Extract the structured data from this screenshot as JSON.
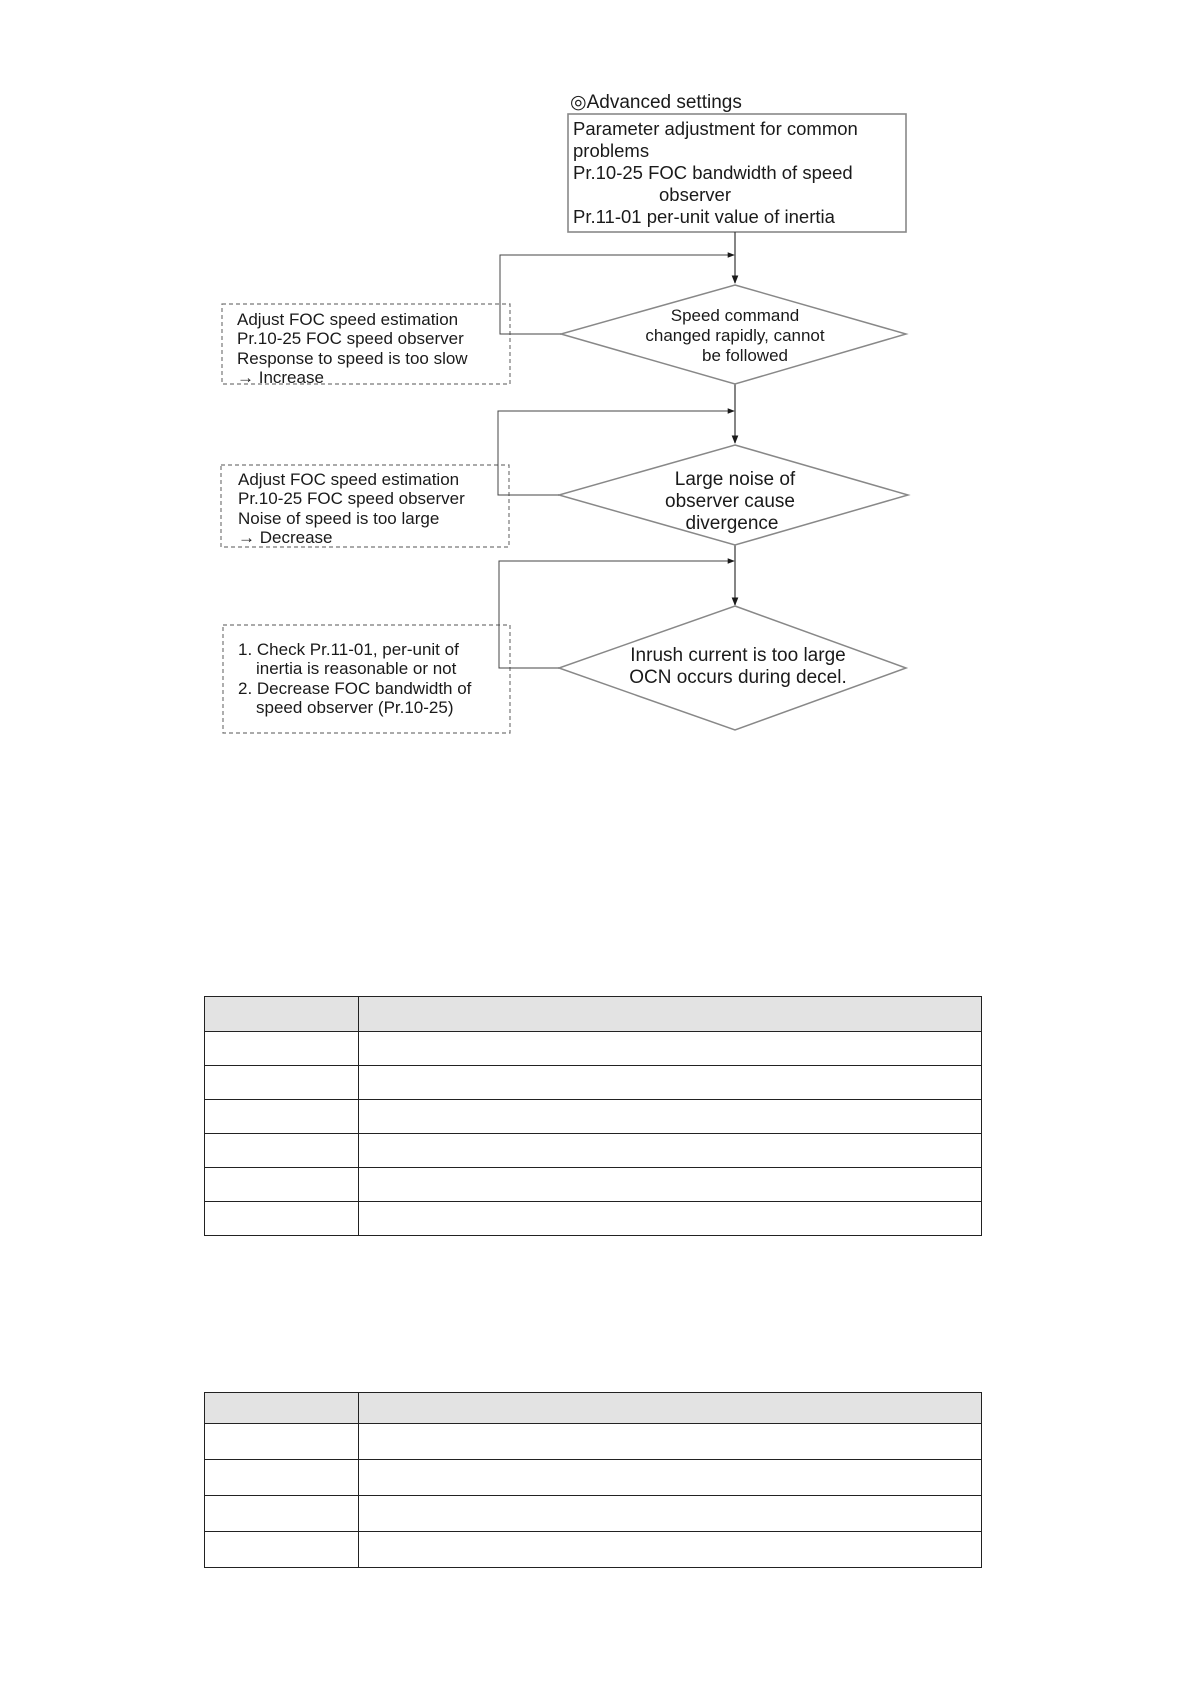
{
  "flowchart": {
    "title": "◎Advanced settings",
    "start_box_lines": [
      "Parameter adjustment for common",
      "problems",
      "Pr.10-25 FOC bandwidth of speed",
      "observer",
      "Pr.11-01 per-unit value of inertia"
    ],
    "decisions": [
      {
        "lines": [
          "Speed command",
          "changed rapidly, cannot",
          "be followed"
        ]
      },
      {
        "lines": [
          "Large noise of",
          "observer cause",
          "divergence"
        ]
      },
      {
        "lines": [
          "Inrush current is too large",
          "OCN occurs during decel."
        ]
      }
    ],
    "actions": [
      {
        "lines": [
          "Adjust FOC speed estimation",
          "Pr.10-25 FOC speed observer",
          "Response to speed is too slow",
          "→ Increase"
        ]
      },
      {
        "lines": [
          "Adjust FOC speed estimation",
          "Pr.10-25 FOC speed observer",
          "Noise of speed is too large",
          "→ Decrease"
        ]
      },
      {
        "lines": [
          "1. Check Pr.11-01, per-unit of",
          "inertia is reasonable or not",
          "2. Decrease FOC bandwidth of",
          "speed observer (Pr.10-25)"
        ]
      }
    ]
  },
  "tables": [
    {
      "header": [
        "",
        ""
      ],
      "rows": [
        [
          "",
          ""
        ],
        [
          "",
          ""
        ],
        [
          "",
          ""
        ],
        [
          "",
          ""
        ],
        [
          "",
          ""
        ],
        [
          "",
          ""
        ]
      ]
    },
    {
      "header": [
        "",
        ""
      ],
      "rows": [
        [
          "",
          ""
        ],
        [
          "",
          ""
        ],
        [
          "",
          ""
        ],
        [
          "",
          ""
        ]
      ]
    }
  ]
}
